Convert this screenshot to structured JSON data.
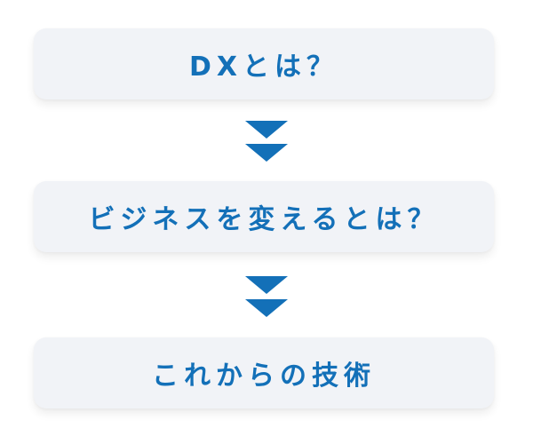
{
  "flow": {
    "steps": [
      {
        "label": "DXとは？"
      },
      {
        "label": "ビジネスを変えるとは？"
      },
      {
        "label": "これからの技術"
      }
    ],
    "arrows": [
      "double-down-arrow",
      "double-down-arrow"
    ],
    "colors": {
      "accent": "#1370b8",
      "box": "#f1f3f7"
    }
  }
}
